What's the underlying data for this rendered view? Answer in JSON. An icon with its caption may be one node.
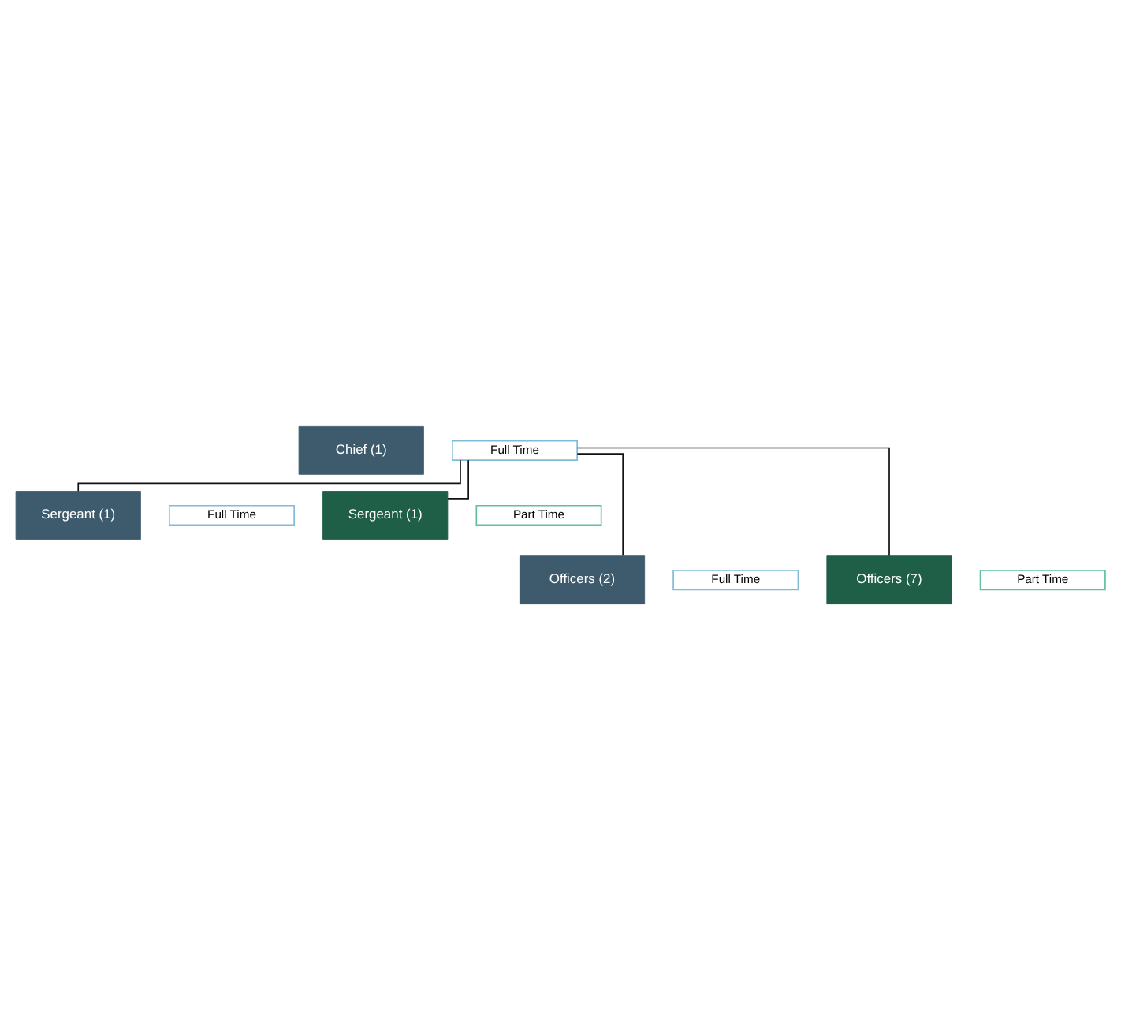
{
  "diagram": {
    "nodes": [
      {
        "text": [
          "Chief (1)"
        ]
      },
      {
        "text": [
          "Full Time"
        ]
      },
      {
        "text": [
          "Sergeant (1)"
        ]
      },
      {
        "text": [
          "Full Time"
        ]
      },
      {
        "text": [
          "Sergeant (1)"
        ]
      },
      {
        "text": [
          "Part Time"
        ]
      },
      {
        "text": [
          "Officers (2)"
        ]
      },
      {
        "text": [
          "Full Time"
        ]
      },
      {
        "text": [
          "Officers (7)"
        ]
      },
      {
        "text": [
          "Part Time"
        ]
      }
    ],
    "edges": [
      {
        "from": 1,
        "to": 2,
        "arrow": "none"
      },
      {
        "from": 1,
        "to": 4,
        "arrow": "none"
      },
      {
        "from": 1,
        "to": 6,
        "arrow": "none"
      },
      {
        "from": 1,
        "to": 8,
        "arrow": "none"
      }
    ]
  }
}
